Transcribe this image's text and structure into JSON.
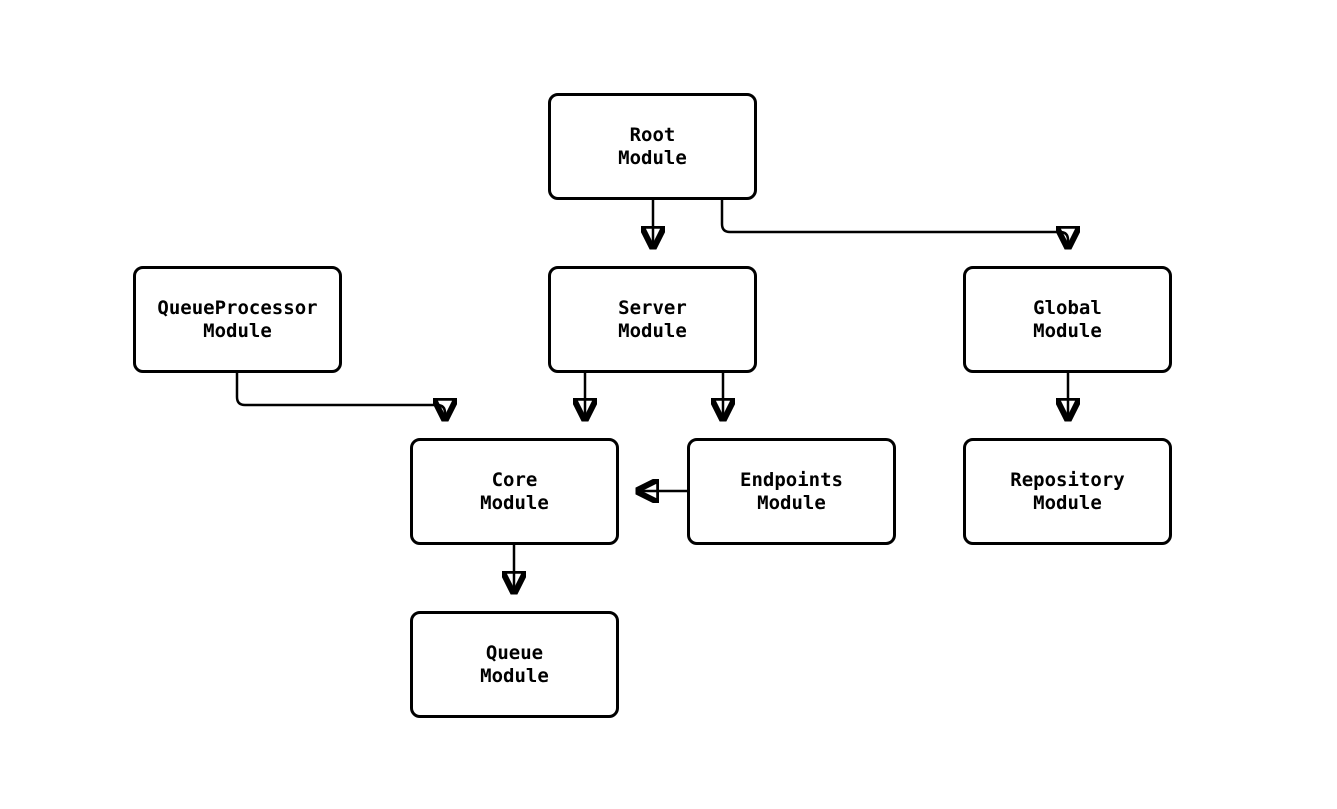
{
  "diagram": {
    "type": "flowchart",
    "direction": "top-down",
    "colors": {
      "node_fill": "#ffffff",
      "node_stroke": "#000000",
      "edge_stroke": "#000000",
      "text": "#000000",
      "background": "#ffffff"
    },
    "nodes": {
      "root": {
        "label": "Root\nModule"
      },
      "queueprocessor": {
        "label": "QueueProcessor\nModule"
      },
      "server": {
        "label": "Server\nModule"
      },
      "global": {
        "label": "Global\nModule"
      },
      "core": {
        "label": "Core\nModule"
      },
      "endpoints": {
        "label": "Endpoints\nModule"
      },
      "repository": {
        "label": "Repository\nModule"
      },
      "queue": {
        "label": "Queue\nModule"
      }
    },
    "edges": [
      {
        "from": "root",
        "to": "server"
      },
      {
        "from": "root",
        "to": "global"
      },
      {
        "from": "queueprocessor",
        "to": "core"
      },
      {
        "from": "server",
        "to": "core"
      },
      {
        "from": "server",
        "to": "endpoints"
      },
      {
        "from": "endpoints",
        "to": "core"
      },
      {
        "from": "global",
        "to": "repository"
      },
      {
        "from": "core",
        "to": "queue"
      }
    ]
  }
}
